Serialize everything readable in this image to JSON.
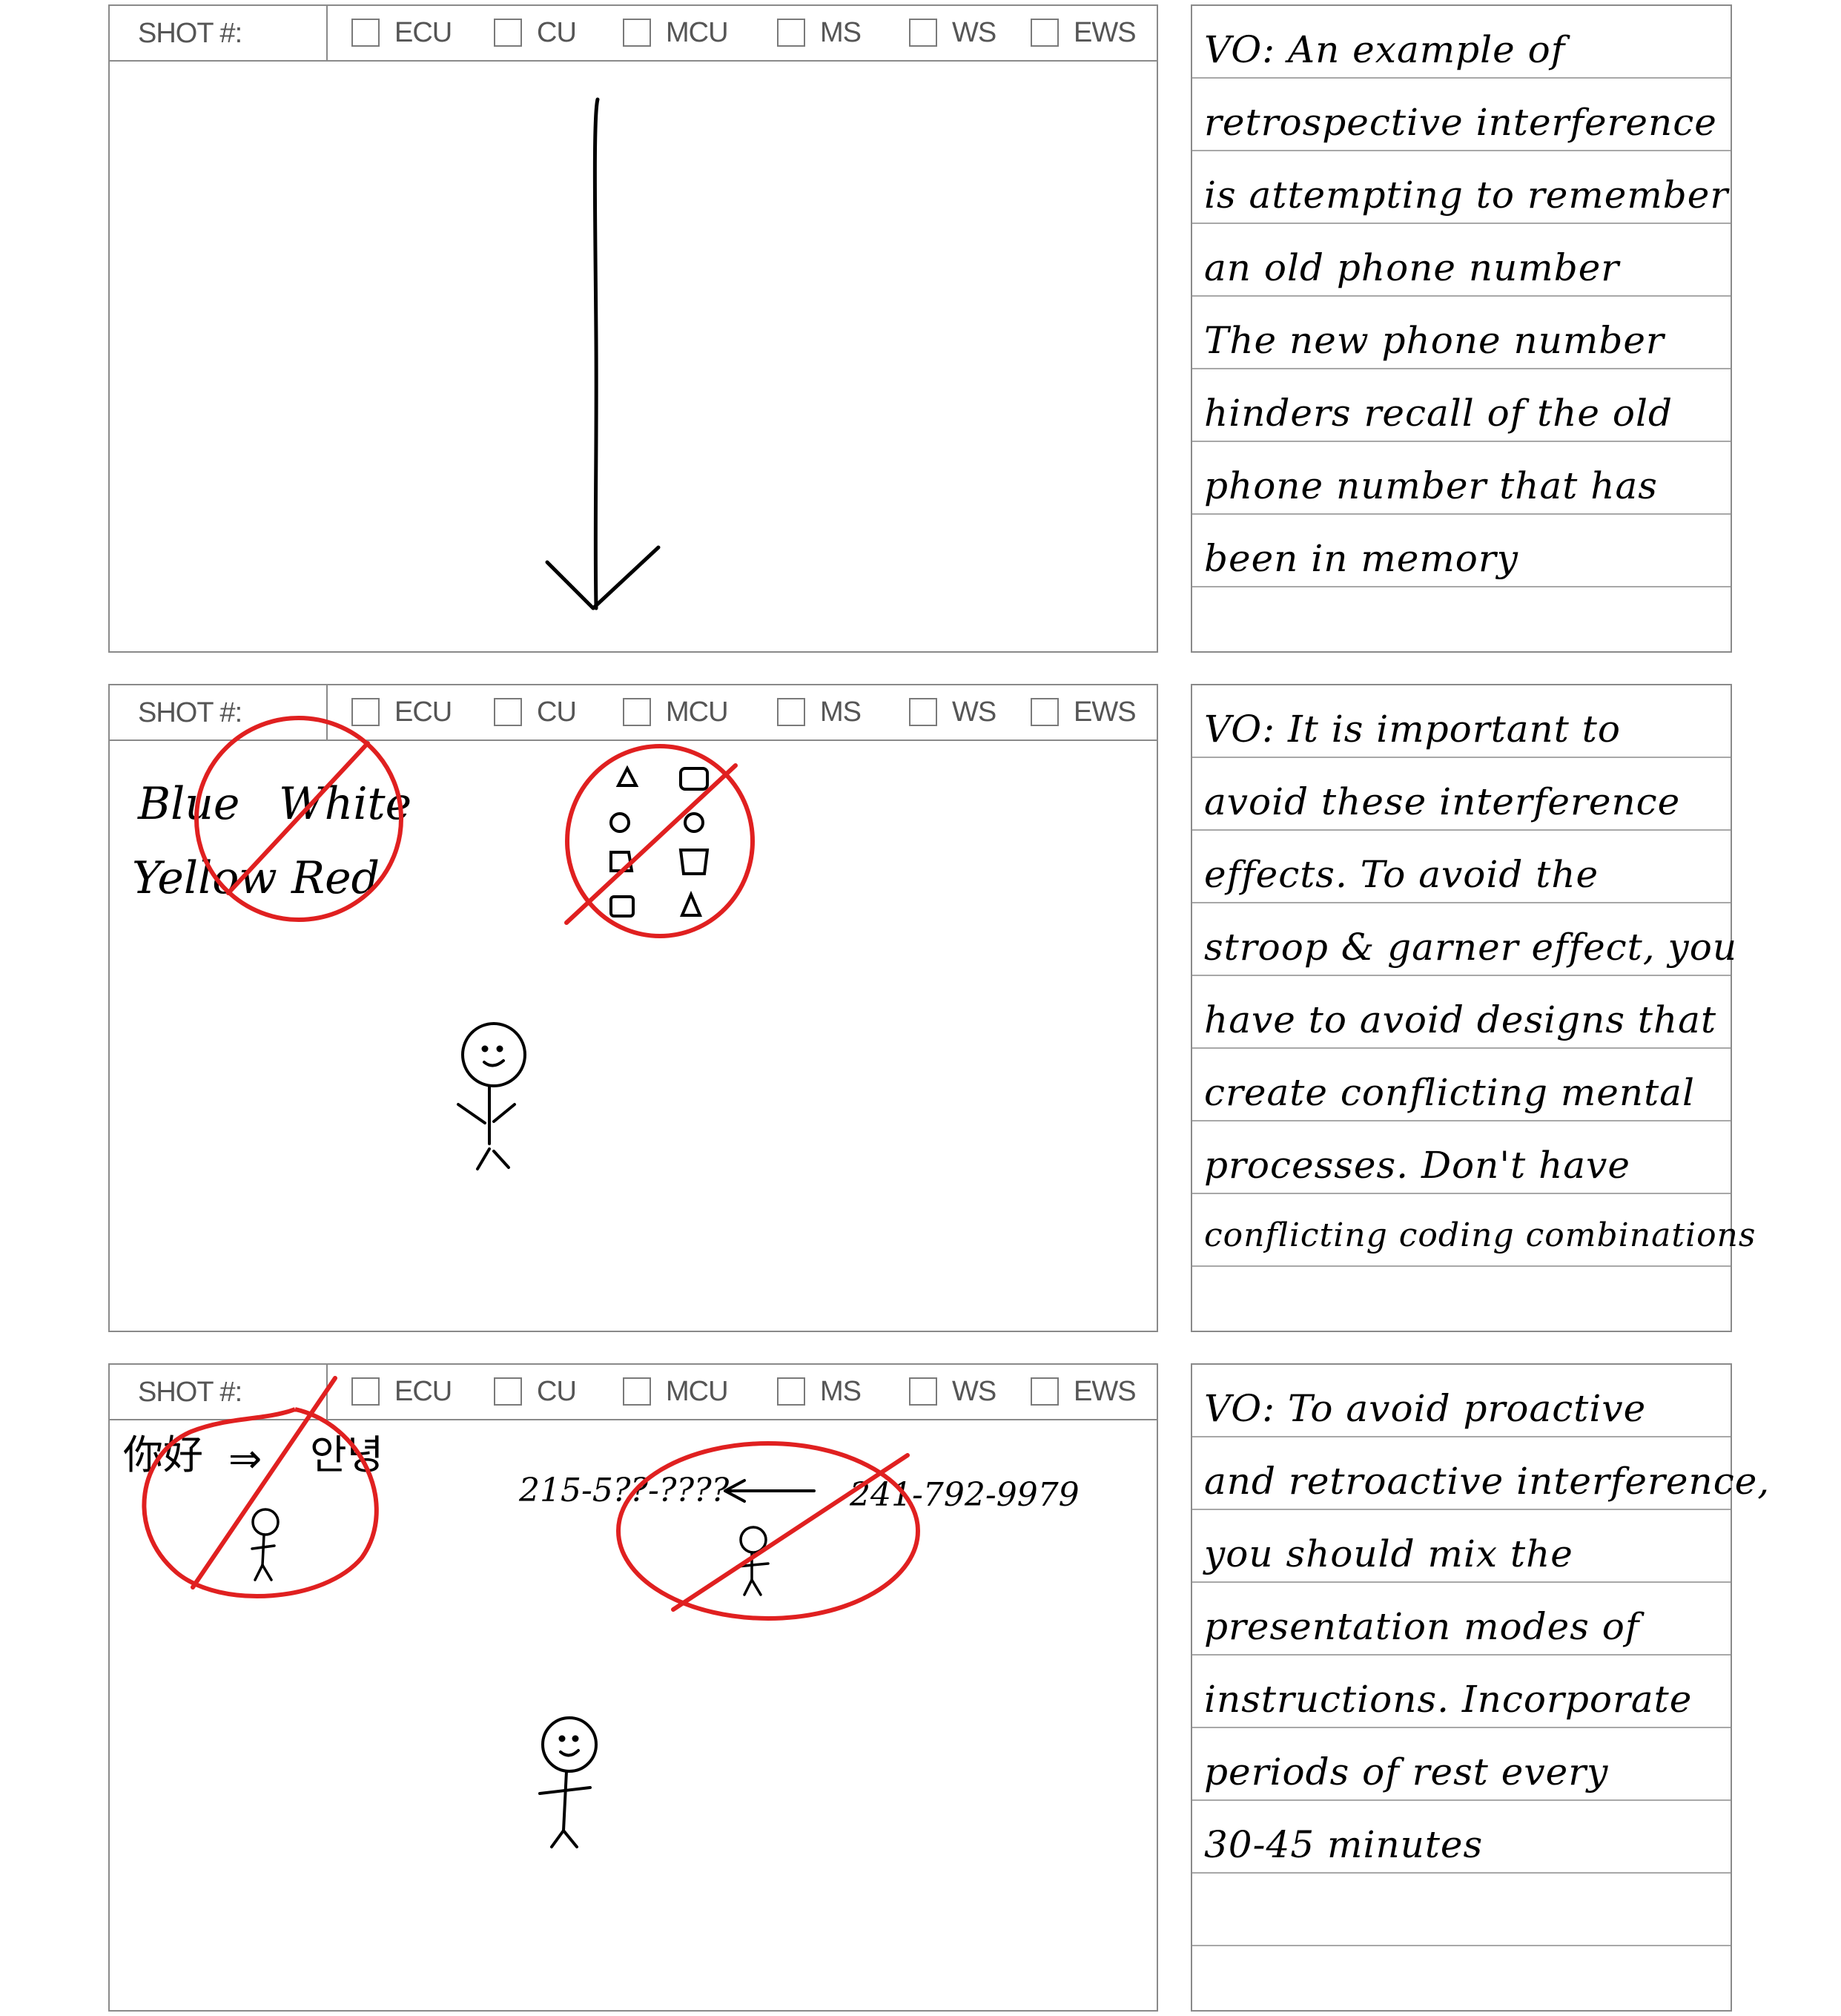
{
  "panels": [
    {
      "shot_label": "SHOT #:",
      "options": [
        "ECU",
        "CU",
        "MCU",
        "MS",
        "WS",
        "EWS"
      ],
      "notes": [
        "VO: An example of",
        "retrospective interference",
        "is attempting to remember",
        "an old phone number",
        "The new phone number",
        "hinders recall of the old",
        "phone number that has",
        "been in memory"
      ]
    },
    {
      "shot_label": "SHOT #:",
      "options": [
        "ECU",
        "CU",
        "MCU",
        "MS",
        "WS",
        "EWS"
      ],
      "sketch": {
        "words": [
          "Blue",
          "White",
          "Yellow",
          "Red"
        ],
        "word_colors": [
          "#e8732a",
          "#222222",
          "#2e8b3e",
          "#e6d23a"
        ],
        "strike_color": "#e02020"
      },
      "notes": [
        "VO: It is important to",
        "avoid these interference",
        "effects. To avoid the",
        "stroop & garner effect, you",
        "have to avoid designs that",
        "create conflicting mental",
        "processes. Don't have",
        "conflicting coding combinations"
      ]
    },
    {
      "shot_label": "SHOT #:",
      "options": [
        "ECU",
        "CU",
        "MCU",
        "MS",
        "WS",
        "EWS"
      ],
      "sketch": {
        "chinese": "你好",
        "arrow": "⇒",
        "korean": "안녕",
        "old_number": "215-5??-????",
        "new_number": "241-792-9979"
      },
      "notes": [
        "VO: To avoid proactive",
        "and retroactive interference,",
        "you should mix the",
        "presentation modes of",
        "instructions. Incorporate",
        "periods of rest every",
        "30-45 minutes"
      ]
    }
  ]
}
